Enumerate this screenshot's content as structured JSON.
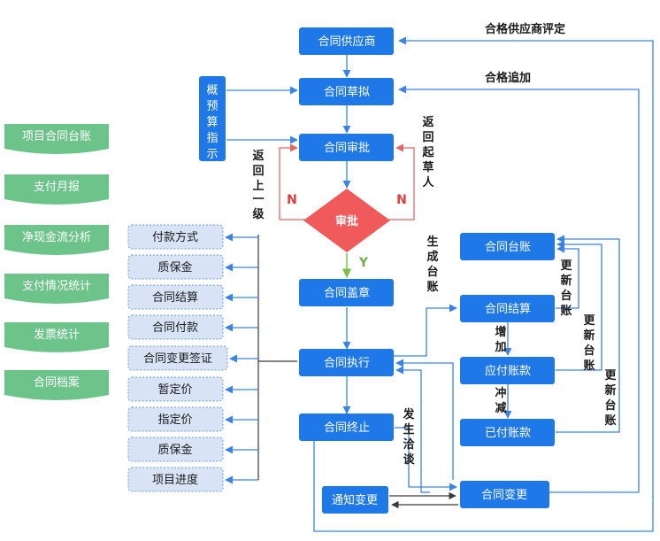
{
  "colors": {
    "node_blue": "#1e78e8",
    "side_green": "#6cc48a",
    "list_fill": "#d8e4f5",
    "list_border": "#6a9fdc",
    "decision_red": "#f05a5a",
    "connector_blue": "#3b82e6",
    "red": "#e03b3b",
    "green": "#6ab04c"
  },
  "main_nodes": {
    "supplier": "合同供应商",
    "draft": "合同草拟",
    "approval": "合同审批",
    "decision": "审批",
    "seal": "合同盖章",
    "execute": "合同执行",
    "terminate": "合同终止",
    "ledger": "合同台账",
    "settle": "合同结算",
    "payable": "应付账款",
    "paid": "已付账款",
    "change": "合同变更",
    "notify": "通知变更"
  },
  "budget_box": [
    "概",
    "预",
    "算",
    "指",
    "示"
  ],
  "side_tabs": [
    "项目合同台账",
    "支付月报",
    "净现金流分析",
    "支付情况统计",
    "发票统计",
    "合同档案"
  ],
  "exec_items": [
    "付款方式",
    "质保金",
    "合同结算",
    "合同付款",
    "合同变更签证",
    "暂定价",
    "指定价",
    "质保金",
    "项目进度"
  ],
  "labels": {
    "qualified_review": "合格供应商评定",
    "qualified_add": "合格追加",
    "return_drafter": [
      "返",
      "回",
      "起",
      "草",
      "人"
    ],
    "return_prev": [
      "返",
      "回",
      "上",
      "一",
      "级"
    ],
    "n_left": "N",
    "n_right": "N",
    "yes": "Y",
    "gen_ledger": [
      "生",
      "成",
      "台",
      "账"
    ],
    "increase": [
      "增",
      "加"
    ],
    "offset": [
      "冲",
      "减"
    ],
    "update_ledger_1": [
      "更",
      "新",
      "台",
      "账"
    ],
    "update_ledger_2": [
      "更",
      "新",
      "台",
      "账"
    ],
    "update_ledger_3": [
      "更",
      "新",
      "台",
      "账"
    ],
    "negotiate": [
      "发",
      "生",
      "洽",
      "谈"
    ]
  }
}
